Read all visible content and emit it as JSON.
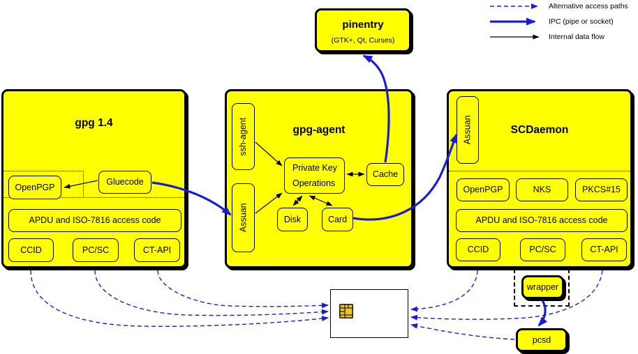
{
  "legend": {
    "items": [
      {
        "label": "Alternative access paths",
        "style": "dashed-blue-arrow"
      },
      {
        "label": "IPC (pipe or socket)",
        "style": "thick-blue-arrow"
      },
      {
        "label": "Internal data flow",
        "style": "thin-black-arrow"
      }
    ]
  },
  "pinentry": {
    "title": "pinentry",
    "subtitle": "(GTK+, Qt, Curses)"
  },
  "gpg14": {
    "title": "gpg 1.4",
    "openpgp": "OpenPGP",
    "gluecode": "Gluecode",
    "apdu": "APDU and ISO-7816 access code",
    "ccid": "CCID",
    "pcsc": "PC/SC",
    "ctapi": "CT-API"
  },
  "gpgagent": {
    "title": "gpg-agent",
    "sshagent": "ssh-agent",
    "assuan": "Assuan",
    "pko": {
      "line1": "Private Key",
      "line2": "Operations"
    },
    "cache": "Cache",
    "disk": "Disk",
    "card": "Card"
  },
  "scdaemon": {
    "title": "SCDaemon",
    "assuan": "Assuan",
    "openpgp": "OpenPGP",
    "nks": "NKS",
    "pkcs15": "PKCS#15",
    "apdu": "APDU and ISO-7816 access code",
    "ccid": "CCID",
    "pcsc": "PC/SC",
    "ctapi": "CT-API",
    "wrapper": "wrapper"
  },
  "pcsd": {
    "label": "pcsd"
  },
  "smartcard": {
    "chip_icon": "smartcard-chip-icon"
  },
  "colors": {
    "node_fill": "#ffff00",
    "ipc_blue": "#1c1cd8",
    "line_black": "#000000",
    "chip_gold": "#e8c42c",
    "card_fill": "#ffffff"
  }
}
